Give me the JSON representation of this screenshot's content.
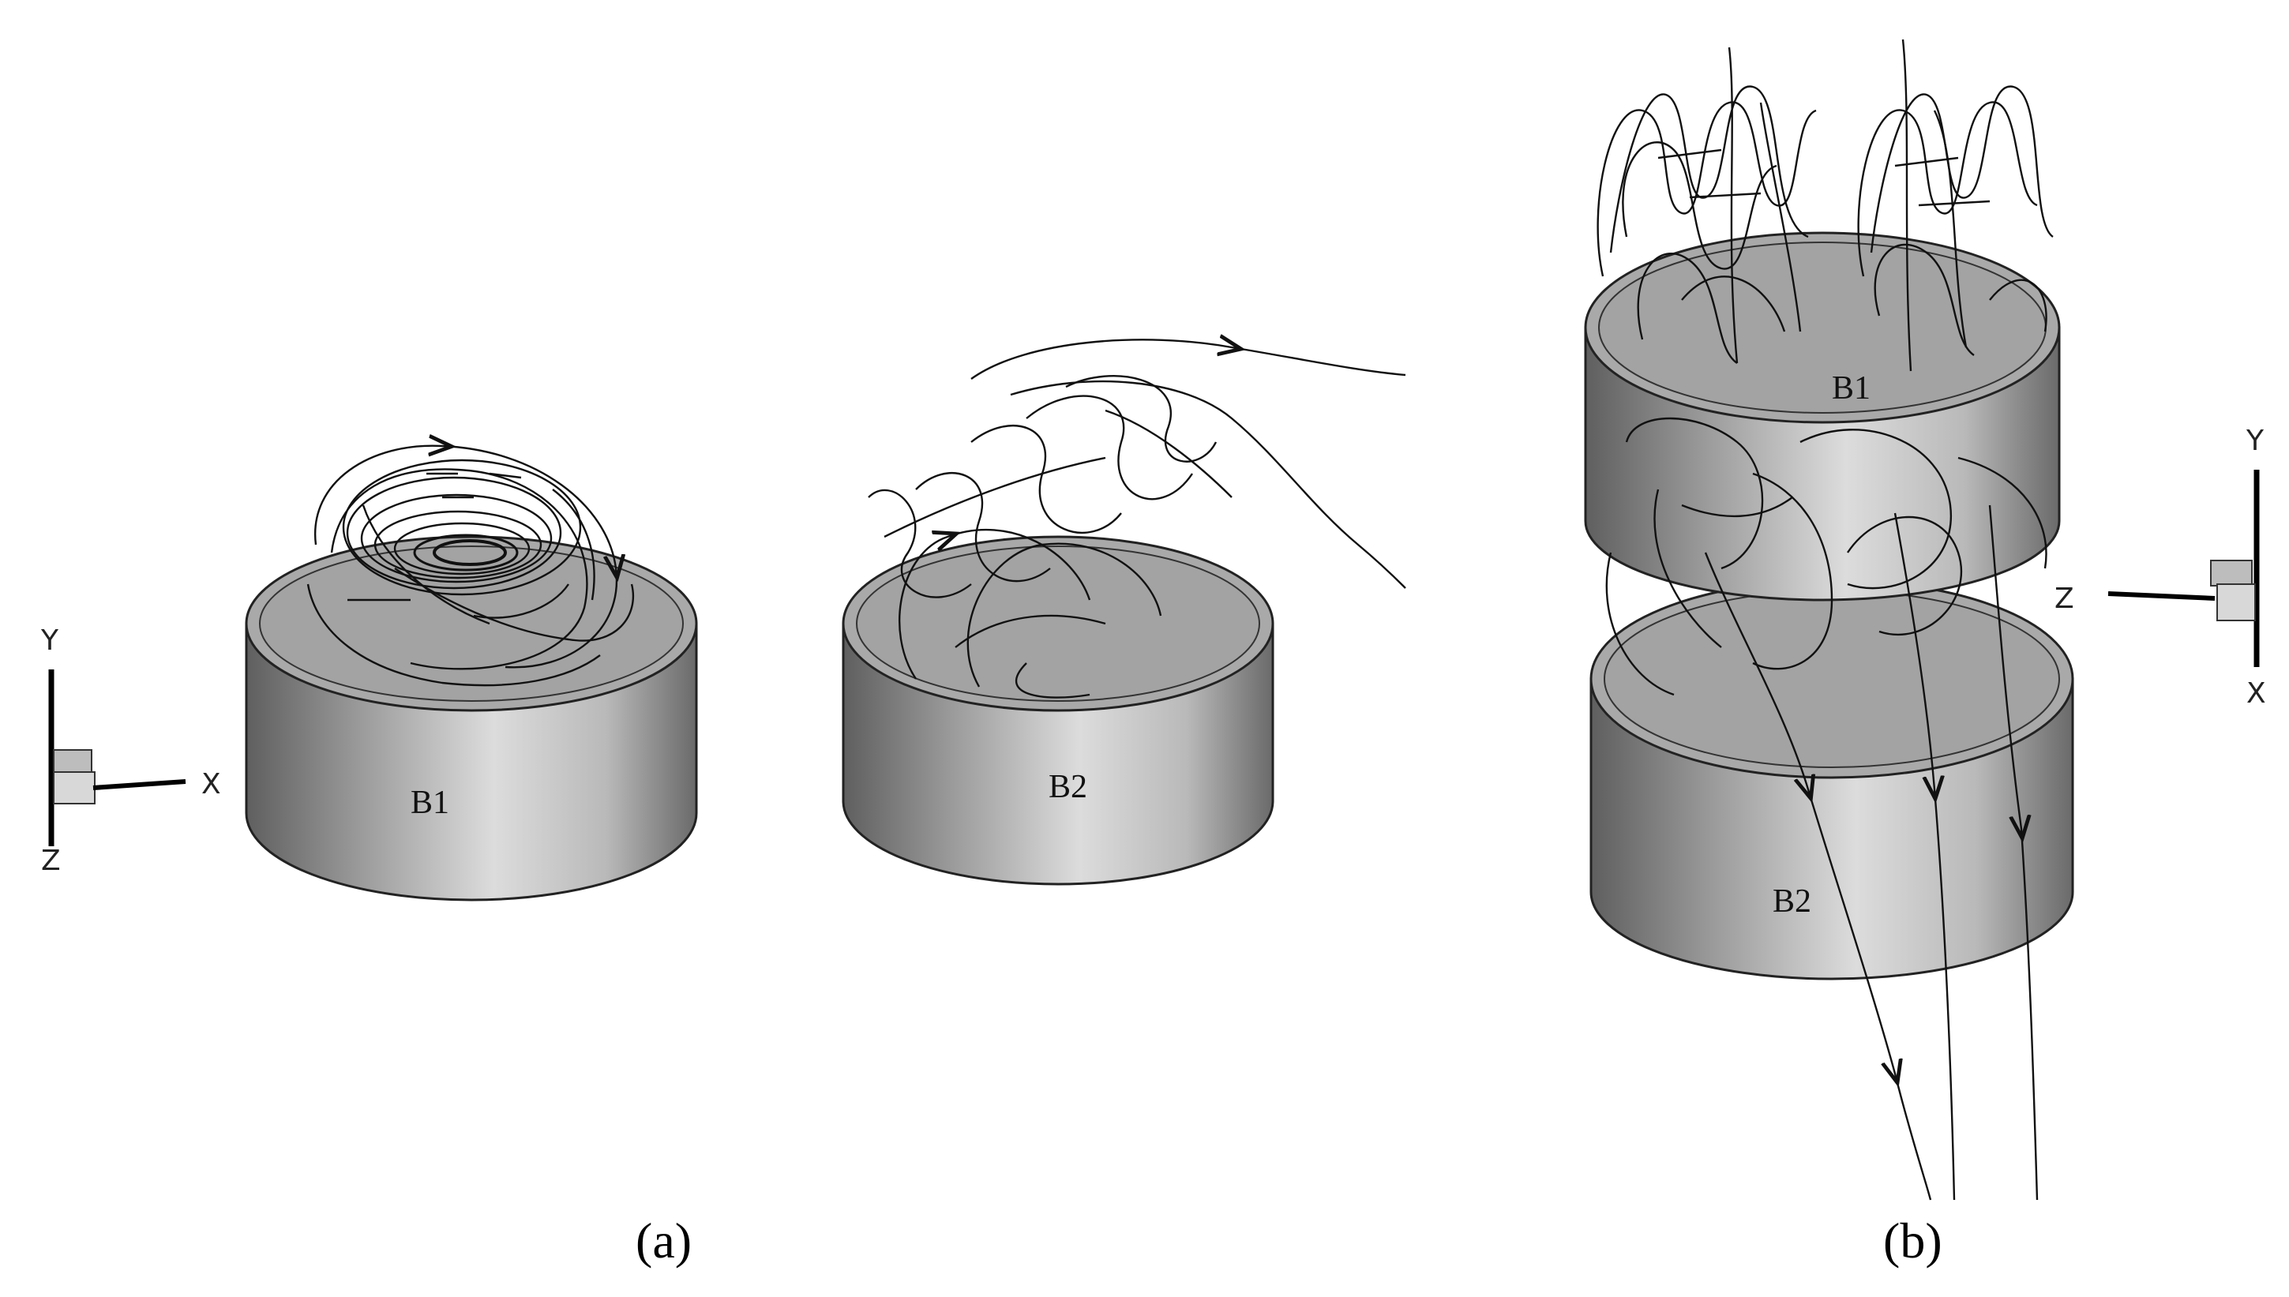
{
  "panels": [
    {
      "caption": "(a)",
      "cylinders": [
        {
          "label": "B1"
        },
        {
          "label": "B2"
        }
      ],
      "axes": {
        "vertical": "Y",
        "horizontal": "X",
        "depth": "Z"
      }
    },
    {
      "caption": "(b)",
      "cylinders": [
        {
          "label": "B1"
        },
        {
          "label": "B2"
        }
      ],
      "axes": {
        "vertical": "Y",
        "horizontal": "Z",
        "depth": "X"
      }
    }
  ],
  "colors": {
    "cylinder_side_light": "#d9d9d9",
    "cylinder_side_dark": "#6e6e6e",
    "cylinder_top": "#a8a8a8",
    "streamline": "#111111",
    "background": "#ffffff"
  }
}
